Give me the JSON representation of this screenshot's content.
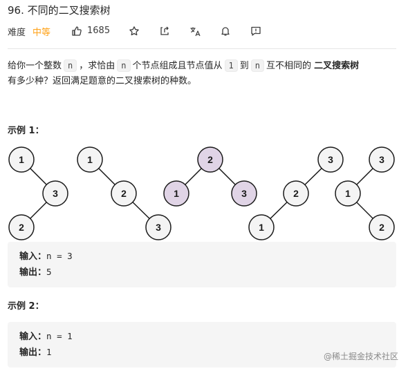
{
  "problem": {
    "title": "96. 不同的二叉搜索树",
    "difficulty_label": "难度",
    "difficulty_value": "中等",
    "likes": "1685"
  },
  "icons": {
    "like": "thumbs-up-icon",
    "favorite": "star-icon",
    "share": "share-icon",
    "translate": "translate-icon",
    "notify": "bell-icon",
    "feedback": "comment-icon"
  },
  "description": {
    "p1": "给你一个整数",
    "code_n1": "n",
    "p2": "，求恰由",
    "code_n2": "n",
    "p3": "个节点组成且节点值从",
    "code_1": "1",
    "p4": "到",
    "code_n3": "n",
    "p5": "互不相同的",
    "bold": "二叉搜索树",
    "line2": "有多少种？返回满足题意的二叉搜索树的种数。"
  },
  "example1": {
    "heading": "示例 1：",
    "input_label": "输入：",
    "input_value": "n = 3",
    "output_label": "输出：",
    "output_value": "5"
  },
  "example2": {
    "heading": "示例 2：",
    "input_label": "输入：",
    "input_value": "n = 1",
    "output_label": "输出：",
    "output_value": "1"
  },
  "trees": [
    {
      "nodes": [
        "1",
        "3",
        "2"
      ]
    },
    {
      "nodes": [
        "1",
        "2",
        "3"
      ]
    },
    {
      "nodes": [
        "2",
        "1",
        "3"
      ]
    },
    {
      "nodes": [
        "3",
        "2",
        "1"
      ]
    },
    {
      "nodes": [
        "3",
        "1",
        "2"
      ]
    }
  ],
  "colors": {
    "accent": "#ffa116",
    "highlight_node": "#e0d4e6",
    "node": "#f4f4f4"
  },
  "watermark": "@稀土掘金技术社区"
}
